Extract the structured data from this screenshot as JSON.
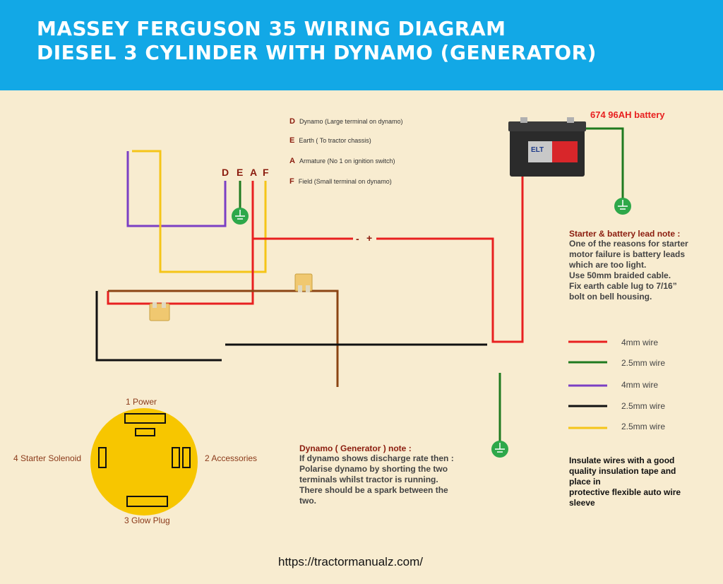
{
  "header": {
    "title_line1": "MASSEY FERGUSON 35 WIRING DIAGRAM",
    "title_line2": "DIESEL 3 CYLINDER WITH DYNAMO (GENERATOR)"
  },
  "terminals": {
    "letters": [
      "D",
      "E",
      "A",
      "F"
    ],
    "legend": [
      {
        "key": "D",
        "text": "Dynamo (Large terminal on dynamo)"
      },
      {
        "key": "E",
        "text": "Earth ( To tractor chassis)"
      },
      {
        "key": "A",
        "text": "Armature (No 1 on ignition switch)"
      },
      {
        "key": "F",
        "text": "Field (Small terminal on dynamo)"
      }
    ]
  },
  "polarity": {
    "minus": "-",
    "plus": "+"
  },
  "battery": {
    "label": "674 96AH battery",
    "brand_text": "ELT"
  },
  "starter_note": {
    "title": "Starter & battery lead note :",
    "lines": [
      "One of the reasons for starter",
      "motor failure is battery leads",
      "which are too light.",
      "Use 50mm braided cable.",
      "Fix earth cable lug to 7/16”",
      "bolt on bell housing."
    ]
  },
  "wire_legend": [
    {
      "label": "4mm wire",
      "color": "#e82020"
    },
    {
      "label": "2.5mm wire",
      "color": "#1f7a1f"
    },
    {
      "label": "4mm wire",
      "color": "#7b3fc4"
    },
    {
      "label": "2.5mm wire",
      "color": "#111111"
    },
    {
      "label": "2.5mm wire",
      "color": "#f5c518"
    }
  ],
  "insulate_note": {
    "lines": [
      "Insulate wires with a good",
      "quality insulation tape and",
      "place in",
      "protective flexible auto wire",
      "sleeve"
    ]
  },
  "dynamo_note": {
    "title": "Dynamo ( Generator ) note :",
    "lines": [
      "If dynamo shows discharge rate then :",
      "Polarise dynamo by shorting the two",
      "terminals whilst tractor is running.",
      "There should be a spark between the",
      "two."
    ]
  },
  "ignition_switch": {
    "power": "1 Power",
    "accessories": "2 Accessories",
    "glow_plug": "3 Glow Plug",
    "starter": "4 Starter Solenoid"
  },
  "footer": {
    "url": "https://tractormanualz.com/"
  },
  "colors": {
    "red": "#e82020",
    "green": "#1f7a1f",
    "purple": "#7b3fc4",
    "black": "#111111",
    "yellow": "#f5c518",
    "brown": "#8b4513",
    "header_blue": "#12a8e6",
    "switch_yellow": "#f7c600"
  }
}
